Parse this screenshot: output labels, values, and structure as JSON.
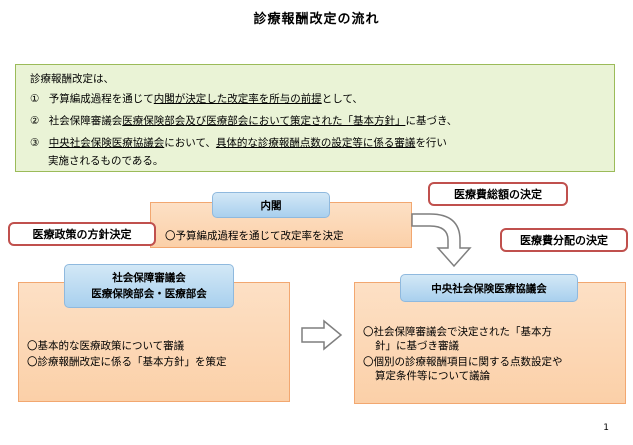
{
  "title": "診療報酬改定の流れ",
  "intro": {
    "lead": "診療報酬改定は、",
    "item1": {
      "num": "①",
      "pre": "予算編成過程を通じて",
      "underline1": "内閣が決定した改定率を所与の前提",
      "post": "として、"
    },
    "item2": {
      "num": "②",
      "pre": "社会保障審議会",
      "underline1": "医療保険部会及び医療部会において策定された「基本方針」",
      "post": "に基づき、"
    },
    "item3": {
      "num": "③",
      "underline1": "中央社会保険医療協議会",
      "mid": "において、",
      "underline2": "具体的な診療報酬点数の設定等に係る審議",
      "post": "を行い",
      "line2": "実施されるものである。"
    }
  },
  "naikaku": {
    "label": "内閣",
    "text": "〇予算編成過程を通じて改定率を決定"
  },
  "shakai": {
    "label_line1": "社会保障審議会",
    "label_line2": "医療保険部会・医療部会",
    "item1": "〇基本的な医療政策について審議",
    "item2": "〇診療報酬改定に係る「基本方針」を策定"
  },
  "chuikyo": {
    "label": "中央社会保険医療協議会",
    "item1_line1": "〇社会保障審議会で決定された「基本方",
    "item1_line2": "針」に基づき審議",
    "item2_line1": "〇個別の診療報酬項目に関する点数設定や",
    "item2_line2": "算定条件等について議論"
  },
  "callouts": {
    "total": "医療費総額の決定",
    "policy": "医療政策の方針決定",
    "distribution": "医療費分配の決定"
  },
  "page_number": "1",
  "colors": {
    "intro_bg": "#eaf3d6",
    "intro_border": "#9bbb59",
    "orange_box": "#fbd0a8",
    "blue_label": "#a9d0ee",
    "callout_border": "#c0504d"
  }
}
